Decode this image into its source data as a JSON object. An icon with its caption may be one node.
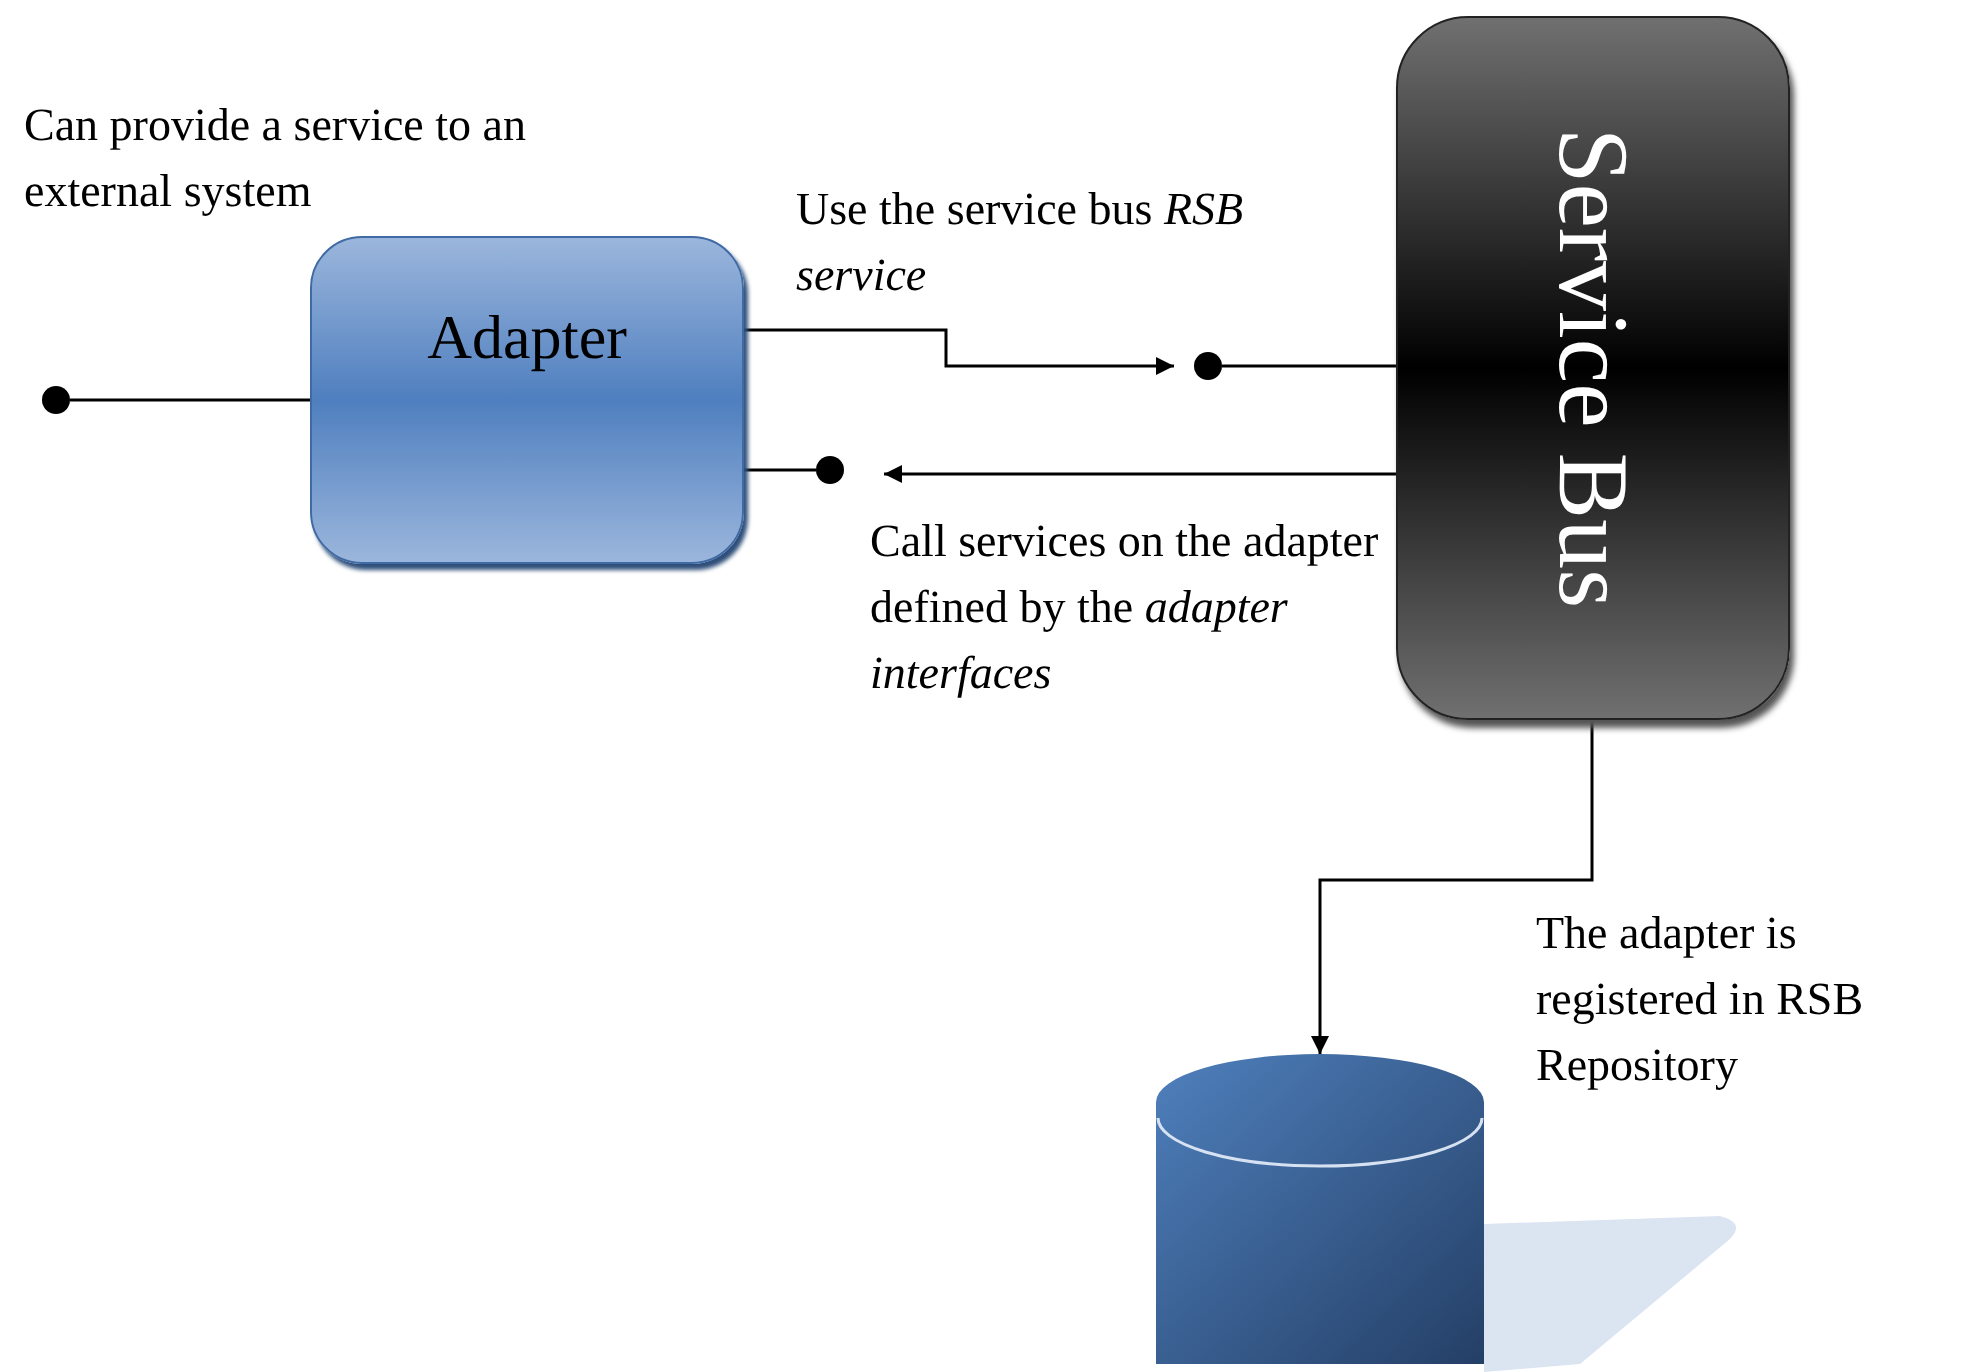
{
  "diagram": {
    "nodes": [
      {
        "text": [
          "Adapter"
        ]
      },
      {
        "text": [
          "Service Bus"
        ]
      },
      {
        "text": [],
        "shape": "cylinder"
      },
      {
        "text": [],
        "shape": "circle"
      },
      {
        "text": [],
        "shape": "circle"
      },
      {
        "text": [],
        "shape": "circle"
      }
    ],
    "edges": [
      {
        "from": 3,
        "to": 0,
        "arrow": "none"
      },
      {
        "from": 0,
        "to": 4,
        "arrow": "to",
        "label": "Use the service bus *RSB service*"
      },
      {
        "from": 4,
        "to": 1,
        "arrow": "none"
      },
      {
        "from": 1,
        "to": 5,
        "arrow": "to",
        "label": "Call services on the adapter defined by the *adapter interfaces*"
      },
      {
        "from": 5,
        "to": 0,
        "arrow": "none"
      },
      {
        "from": 1,
        "to": 2,
        "arrow": "to",
        "label": "The adapter is registered in RSB Repository"
      }
    ],
    "labels": [
      "Can provide a service to an external system"
    ]
  }
}
